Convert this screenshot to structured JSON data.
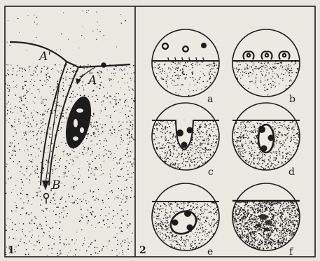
{
  "panel_1": {
    "number": "1",
    "labels": {
      "a1": "A'",
      "a2": "A",
      "b": "B"
    }
  },
  "panel_2": {
    "number": "2",
    "circles": [
      {
        "letter": "a"
      },
      {
        "letter": "b"
      },
      {
        "letter": "c"
      },
      {
        "letter": "d"
      },
      {
        "letter": "e"
      },
      {
        "letter": "f"
      }
    ]
  },
  "colors": {
    "paper": "#e9e6df",
    "ink": "#1c1c1c"
  }
}
